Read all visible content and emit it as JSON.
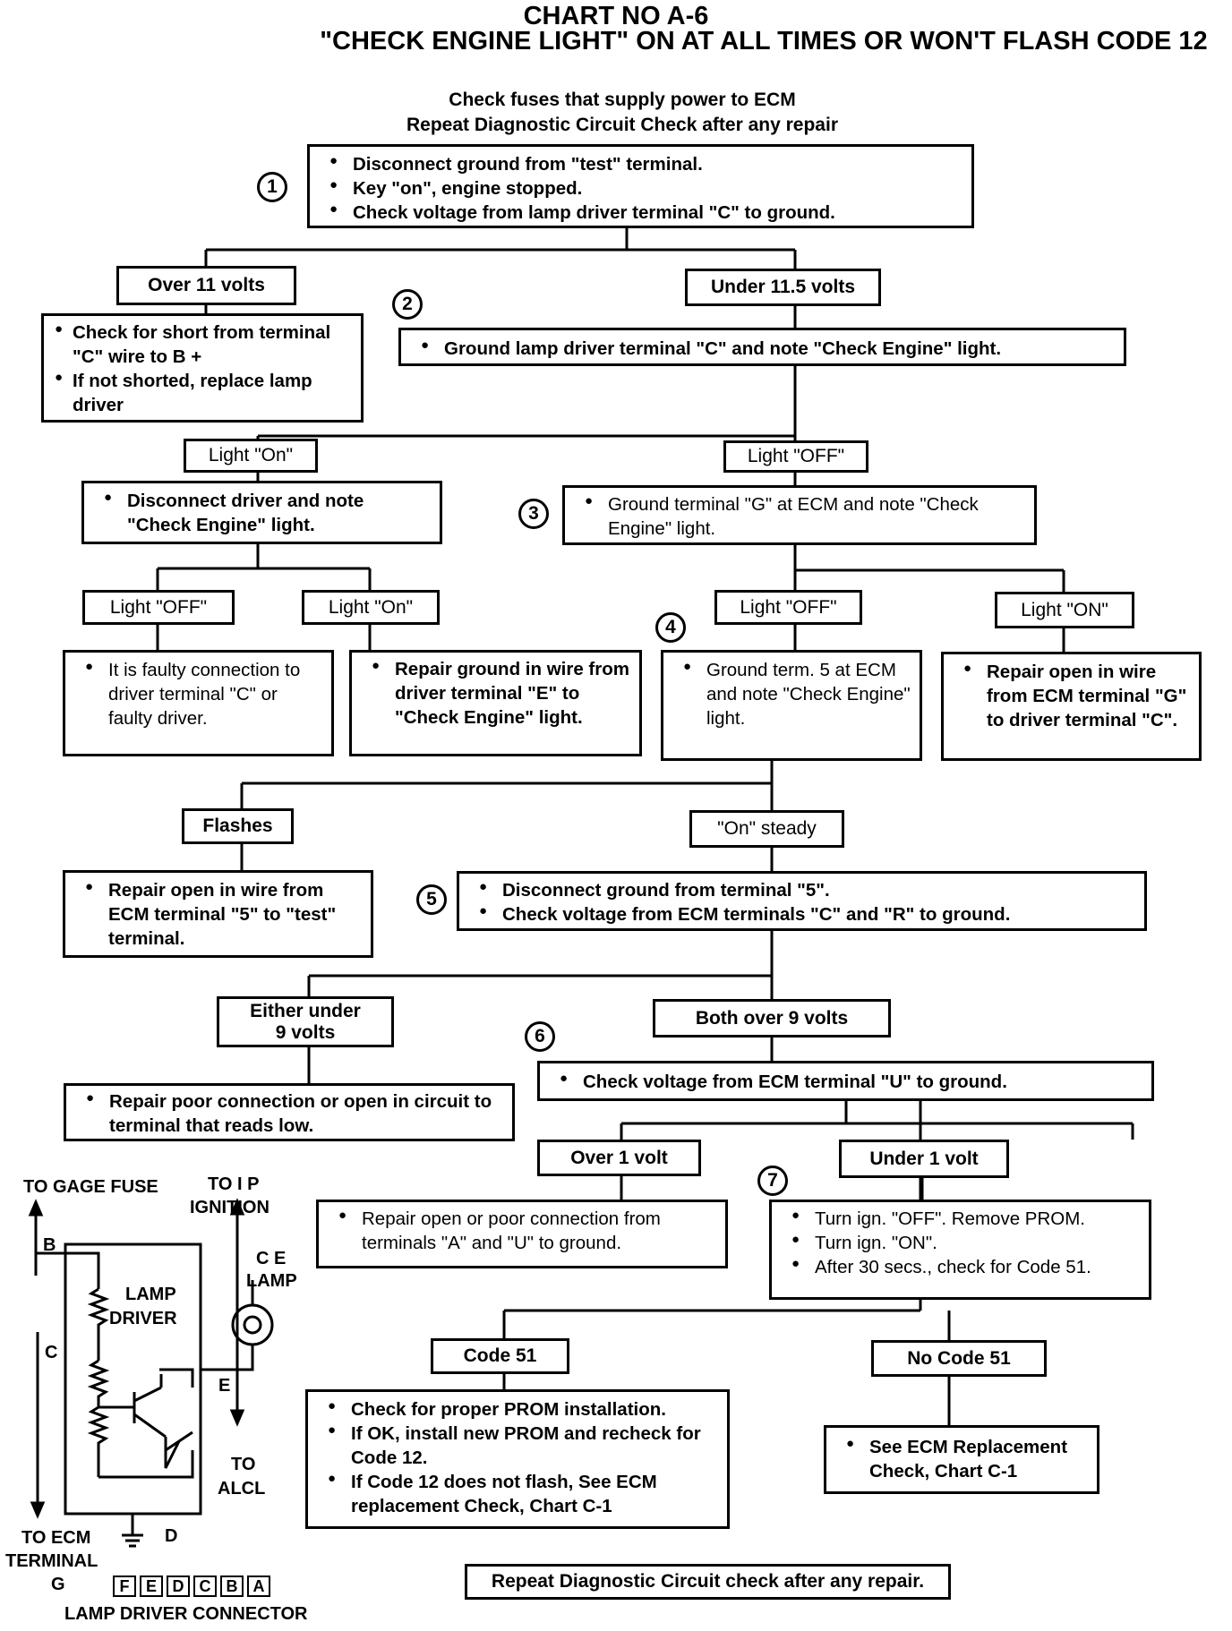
{
  "title": {
    "line1": "CHART NO  A-6",
    "line2": "\"CHECK  ENGINE LIGHT\" ON AT ALL  TIMES OR WON'T FLASH CODE 12"
  },
  "header": {
    "line1": "Check fuses that supply power to ECM",
    "line2": "Repeat Diagnostic Circuit Check after any repair"
  },
  "steps": [
    "1",
    "2",
    "3",
    "4",
    "5",
    "6",
    "7"
  ],
  "step1": {
    "items": [
      "Disconnect ground from \"test\" terminal.",
      "Key \"on\", engine stopped.",
      "Check voltage from lamp driver terminal  \"C\"  to ground."
    ]
  },
  "branch1": {
    "left": "Over 11 volts",
    "right": "Under 11.5 volts"
  },
  "short_check": {
    "items": [
      "Check for short from terminal \"C\" wire to B +",
      "If not shorted, replace lamp driver"
    ]
  },
  "step2": {
    "items": [
      "Ground lamp driver terminal  \"C\" and note  \"Check Engine\"  light."
    ]
  },
  "branch2": {
    "left": "Light \"On\"",
    "right": "Light \"OFF\""
  },
  "disconnect_driver": {
    "items": [
      "Disconnect driver and note \"Check Engine\" light."
    ]
  },
  "step3": {
    "items": [
      "Ground terminal \"G\" at ECM and note \"Check Engine\" light."
    ]
  },
  "branch3": {
    "left": "Light \"OFF\"",
    "right": "Light \"On\""
  },
  "branch4": {
    "left": "Light \"OFF\"",
    "right": "Light \"ON\""
  },
  "faulty_connection": {
    "items": [
      "It is faulty connection to driver terminal \"C\" or faulty driver."
    ]
  },
  "repair_ground": {
    "items": [
      "Repair ground in wire from driver terminal \"E\" to \"Check Engine\" light."
    ]
  },
  "step4": {
    "items": [
      "Ground term. 5 at ECM and note \"Check Engine\" light."
    ]
  },
  "repair_open_g": {
    "items": [
      "Repair open in wire from ECM terminal \"G\" to driver terminal \"C\"."
    ]
  },
  "branch5": {
    "left": "Flashes",
    "right": "\"On\" steady"
  },
  "repair_open_5": {
    "items": [
      "Repair open in wire from ECM terminal \"5\" to \"test\" terminal."
    ]
  },
  "step5": {
    "items": [
      "Disconnect ground from terminal \"5\".",
      "Check voltage from ECM terminals \"C\" and \"R\" to ground."
    ]
  },
  "branch6": {
    "left_line1": "Either under",
    "left_line2": "9 volts",
    "right": "Both over 9 volts"
  },
  "repair_poor": {
    "items": [
      "Repair poor connection or open in circuit to terminal that reads low."
    ]
  },
  "step6": {
    "items": [
      "Check voltage from ECM terminal \"U\" to ground."
    ]
  },
  "branch7": {
    "left": "Over 1 volt",
    "right": "Under 1 volt"
  },
  "repair_open_au": {
    "items": [
      "Repair open or poor connection from terminals \"A\" and \"U\" to ground."
    ]
  },
  "step7": {
    "items": [
      "Turn ign. \"OFF\". Remove PROM.",
      "Turn ign. \"ON\".",
      "After 30 secs., check for Code 51."
    ]
  },
  "branch8": {
    "left": "Code 51",
    "right": "No Code 51"
  },
  "code51_action": {
    "items": [
      "Check for proper PROM installation.",
      "If OK, install new PROM and recheck for Code 12.",
      "If Code 12 does not flash, See ECM replacement Check, Chart C-1"
    ]
  },
  "nocode51_action": {
    "items": [
      "See ECM Replacement Check, Chart C-1"
    ]
  },
  "footer_note": "Repeat Diagnostic Circuit check after any repair.",
  "schematic": {
    "to_gage_fuse": "TO GAGE FUSE",
    "to_ip_1": "TO I P",
    "to_ip_2": "IGNITION",
    "ce_lamp_1": "C E",
    "ce_lamp_2": "LAMP",
    "lamp_driver_1": "LAMP",
    "lamp_driver_2": "DRIVER",
    "term_b": "B",
    "term_c": "C",
    "term_e": "E",
    "term_d": "D",
    "to_alcl_1": "TO",
    "to_alcl_2": "ALCL",
    "to_ecm_1": "TO ECM",
    "to_ecm_2": "TERMINAL",
    "to_ecm_3": "G",
    "connector_pins": [
      "F",
      "E",
      "D",
      "C",
      "B",
      "A"
    ],
    "connector_label": "LAMP DRIVER CONNECTOR"
  }
}
